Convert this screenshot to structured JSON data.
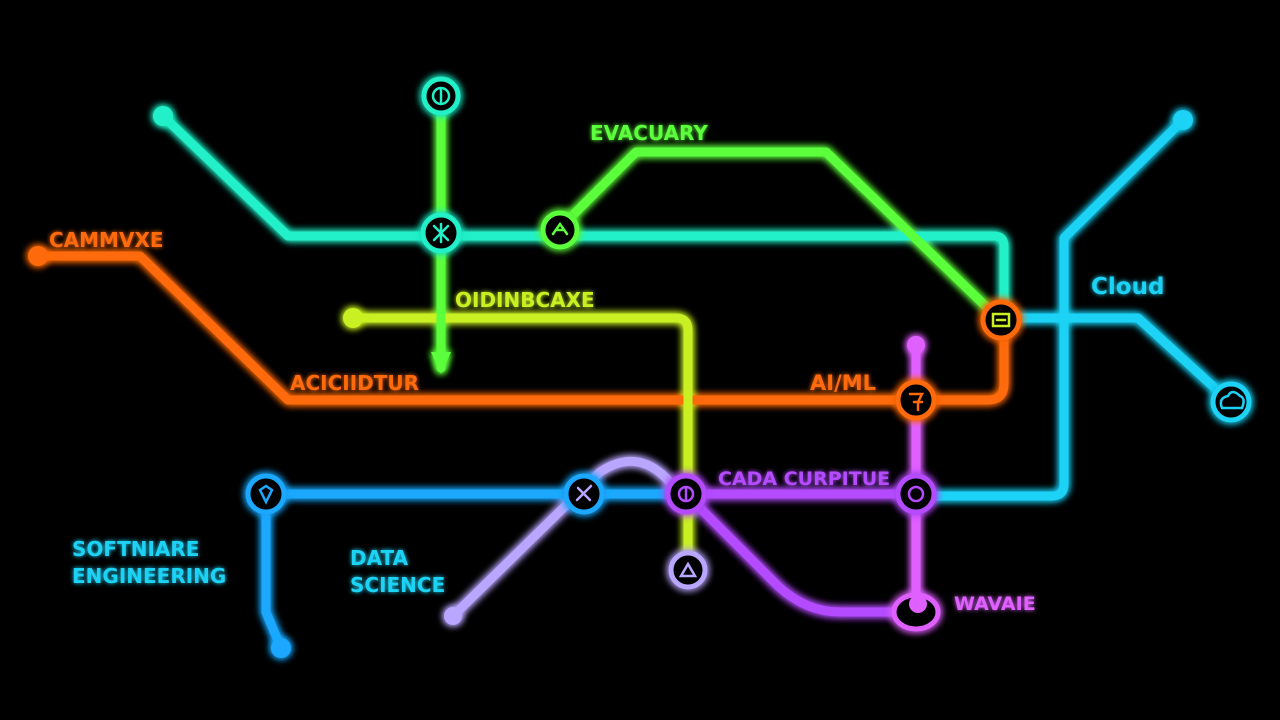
{
  "colors": {
    "teal": "#22f0c8",
    "orange": "#ff6a10",
    "lime": "#c8f020",
    "green": "#5cff3a",
    "cyan": "#1ed2f5",
    "blue": "#1ea8ff",
    "lavender": "#b8a6ff",
    "purple": "#b44cff",
    "magenta": "#e060ff"
  },
  "labels": {
    "evacuary": "EVACUARY",
    "cammvxe": "CAMMVXE",
    "oidinbcaxe": "OIDINBCAXE",
    "cloud": "Cloud",
    "aciclidtur": "ACICIIDTUR",
    "aiml": "AI/ML",
    "cada_curpitue": "CADA CURPITUE",
    "software_line1": "SOFTNIARE",
    "software_line2": "ENGINEERING",
    "data_line1": "DATA",
    "data_line2": "SCIENCE",
    "wavaie": "WAVAIE"
  }
}
